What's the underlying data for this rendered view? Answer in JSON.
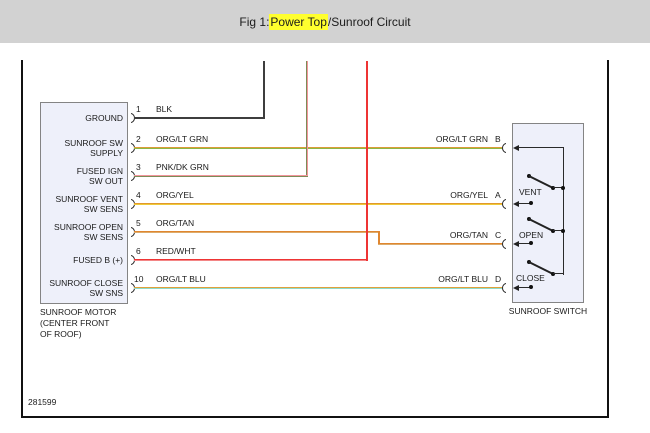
{
  "header": {
    "title_prefix": "Fig 1: ",
    "title_highlight": "Power Top",
    "title_suffix": "/Sunroof Circuit"
  },
  "diagram": {
    "ref_number": "281599",
    "motor": {
      "caption_lines": [
        "SUNROOF MOTOR",
        "(CENTER FRONT",
        "OF ROOF)"
      ],
      "pins": [
        {
          "num": "1",
          "wire": "BLK",
          "line1": "GROUND",
          "line2": ""
        },
        {
          "num": "2",
          "wire": "ORG/LT GRN",
          "line1": "SUNROOF SW",
          "line2": "SUPPLY"
        },
        {
          "num": "3",
          "wire": "PNK/DK GRN",
          "line1": "FUSED IGN",
          "line2": "SW OUT"
        },
        {
          "num": "4",
          "wire": "ORG/YEL",
          "line1": "SUNROOF VENT",
          "line2": "SW SENS"
        },
        {
          "num": "5",
          "wire": "ORG/TAN",
          "line1": "SUNROOF OPEN",
          "line2": "SW SENS"
        },
        {
          "num": "6",
          "wire": "RED/WHT",
          "line1": "FUSED B (+)",
          "line2": ""
        },
        {
          "num": "10",
          "wire": "ORG/LT BLU",
          "line1": "SUNROOF CLOSE",
          "line2": "SW SNS"
        }
      ]
    },
    "switch": {
      "caption": "SUNROOF SWITCH",
      "pins": [
        {
          "letter": "B",
          "wire": "ORG/LT GRN",
          "position": ""
        },
        {
          "letter": "A",
          "wire": "ORG/YEL",
          "position": "VENT"
        },
        {
          "letter": "C",
          "wire": "ORG/TAN",
          "position": "OPEN"
        },
        {
          "letter": "D",
          "wire": "ORG/LT BLU",
          "position": "CLOSE"
        }
      ]
    },
    "wire_colors": {
      "blk": "#3d3d3d",
      "org": "#dd9b39",
      "lt_grn": "#8cb845",
      "pnk": "#f2959c",
      "dk_grn": "#7d8b57",
      "yel": "#eeca39",
      "tan": "#dcab6c",
      "red": "#ee3434",
      "wht": "#f8d7d7",
      "lt_blu": "#8edbc9"
    }
  }
}
